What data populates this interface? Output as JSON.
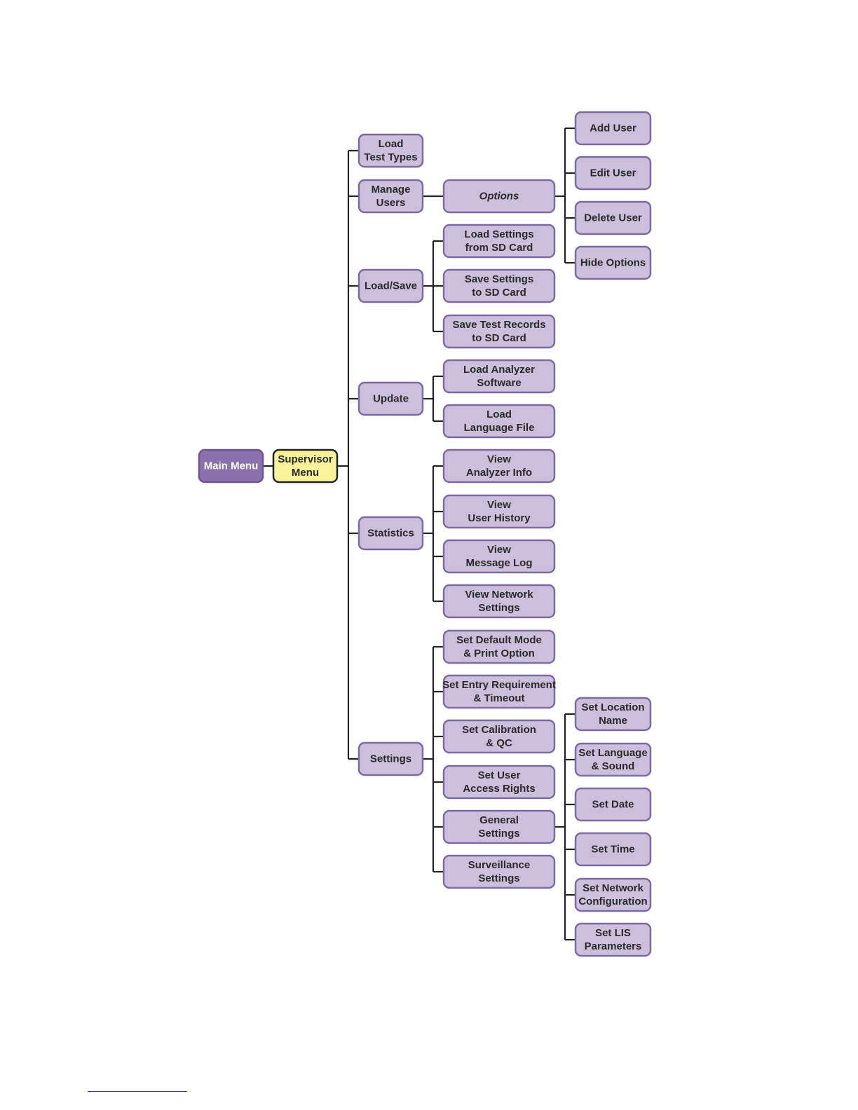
{
  "colors": {
    "box_fill": "#cbbfdc",
    "box_stroke": "#7d6aa0",
    "main_fill": "#8a70ad",
    "main_stroke": "#6d5590",
    "supervisor_fill": "#f8f29a",
    "supervisor_stroke": "#222222",
    "connector": "#222222"
  },
  "nodes": {
    "main_menu": [
      "Main Menu"
    ],
    "supervisor_menu": [
      "Supervisor",
      "Menu"
    ],
    "load_test_types": [
      "Load",
      "Test Types"
    ],
    "manage_users": [
      "Manage",
      "Users"
    ],
    "options": [
      "Options"
    ],
    "add_user": [
      "Add User"
    ],
    "edit_user": [
      "Edit User"
    ],
    "delete_user": [
      "Delete User"
    ],
    "hide_options": [
      "Hide Options"
    ],
    "load_save": [
      "Load/Save"
    ],
    "load_settings_sd": [
      "Load Settings",
      "from SD Card"
    ],
    "save_settings_sd": [
      "Save Settings",
      "to SD Card"
    ],
    "save_test_records_sd": [
      "Save Test Records",
      "to SD Card"
    ],
    "update": [
      "Update"
    ],
    "load_analyzer_software": [
      "Load Analyzer",
      "Software"
    ],
    "load_language_file": [
      "Load",
      "Language File"
    ],
    "statistics": [
      "Statistics"
    ],
    "view_analyzer_info": [
      "View",
      "Analyzer Info"
    ],
    "view_user_history": [
      "View",
      "User History"
    ],
    "view_message_log": [
      "View",
      "Message Log"
    ],
    "view_network_settings": [
      "View Network",
      "Settings"
    ],
    "settings": [
      "Settings"
    ],
    "set_default_mode": [
      "Set Default Mode",
      "& Print Option"
    ],
    "set_entry_requirement": [
      "Set Entry Requirement",
      "& Timeout"
    ],
    "set_calibration_qc": [
      "Set Calibration",
      "& QC"
    ],
    "set_user_access_rights": [
      "Set User",
      "Access Rights"
    ],
    "general_settings": [
      "General",
      "Settings"
    ],
    "surveillance_settings": [
      "Surveillance",
      "Settings"
    ],
    "set_location_name": [
      "Set Location",
      "Name"
    ],
    "set_language_sound": [
      "Set Language",
      "& Sound"
    ],
    "set_date": [
      "Set Date"
    ],
    "set_time": [
      "Set Time"
    ],
    "set_network_configuration": [
      "Set Network",
      "Configuration"
    ],
    "set_lis_parameters": [
      "Set LIS",
      "Parameters"
    ]
  }
}
